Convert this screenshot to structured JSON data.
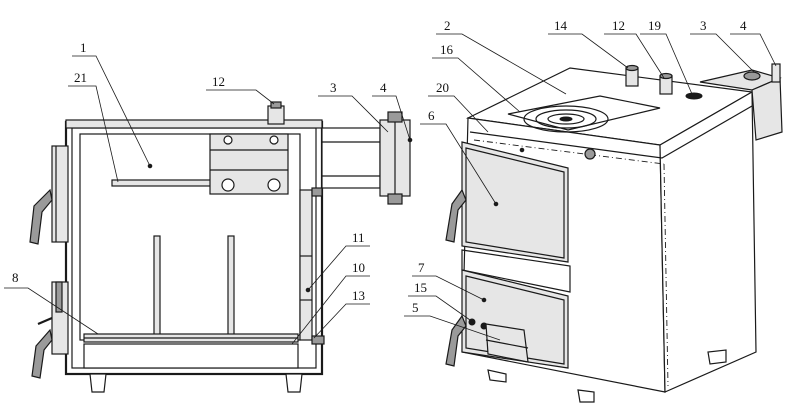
{
  "callouts": {
    "c1": "1",
    "c21": "21",
    "c12a": "12",
    "c3a": "3",
    "c4a": "4",
    "c11": "11",
    "c10": "10",
    "c13": "13",
    "c8": "8",
    "c2": "2",
    "c14": "14",
    "c12b": "12",
    "c19": "19",
    "c3b": "3",
    "c4b": "4",
    "c16": "16",
    "c20": "20",
    "c6": "6",
    "c7": "7",
    "c15": "15",
    "c5": "5"
  }
}
